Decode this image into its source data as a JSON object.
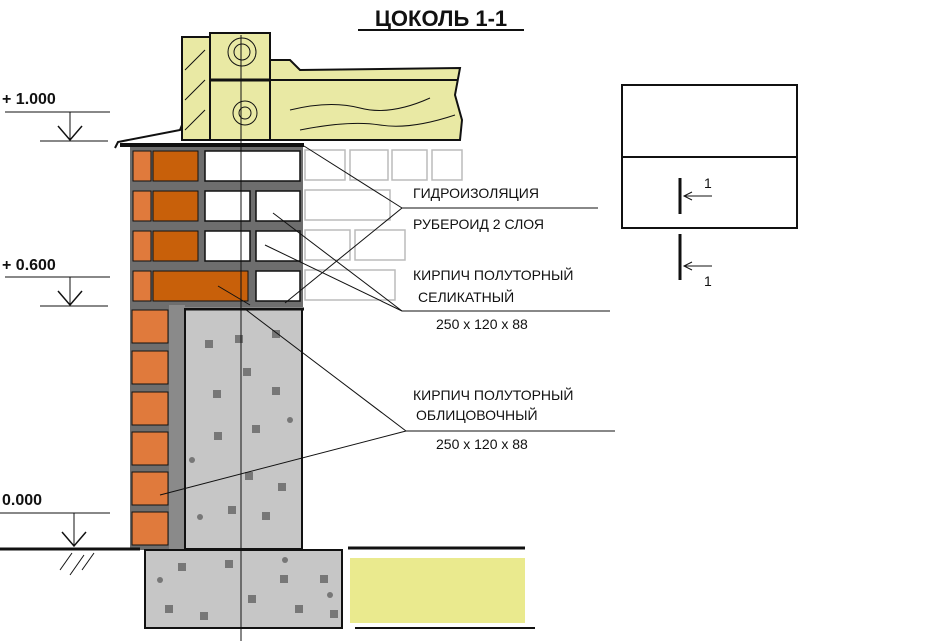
{
  "title": "ЦОКОЛЬ 1-1",
  "levels": [
    "+ 1.000",
    "+ 0.600",
    "0.000"
  ],
  "callouts": {
    "waterproofing": "ГИДРОИЗОЛЯЦИЯ",
    "roofing_felt": "РУБЕРОИД 2 СЛОЯ",
    "silicate_brick_line1": "КИРПИЧ ПОЛУТОРНЫЙ",
    "silicate_brick_line2": "СЕЛИКАТНЫЙ",
    "silicate_brick_size": "250 x 120 x 88",
    "facing_brick_line1": "КИРПИЧ ПОЛУТОРНЫЙ",
    "facing_brick_line2": "ОБЛИЦОВОЧНЫЙ",
    "facing_brick_size": "250 x 120 x 88"
  },
  "section_marks": [
    "1",
    "1"
  ],
  "colors": {
    "face_brick": "#e07a3c",
    "face_brick_dark": "#c8600a",
    "mortar": "#6e6e6e",
    "concrete": "#c6c6c6",
    "wood": "#e9e9a4",
    "sand": "#e6e67a"
  }
}
